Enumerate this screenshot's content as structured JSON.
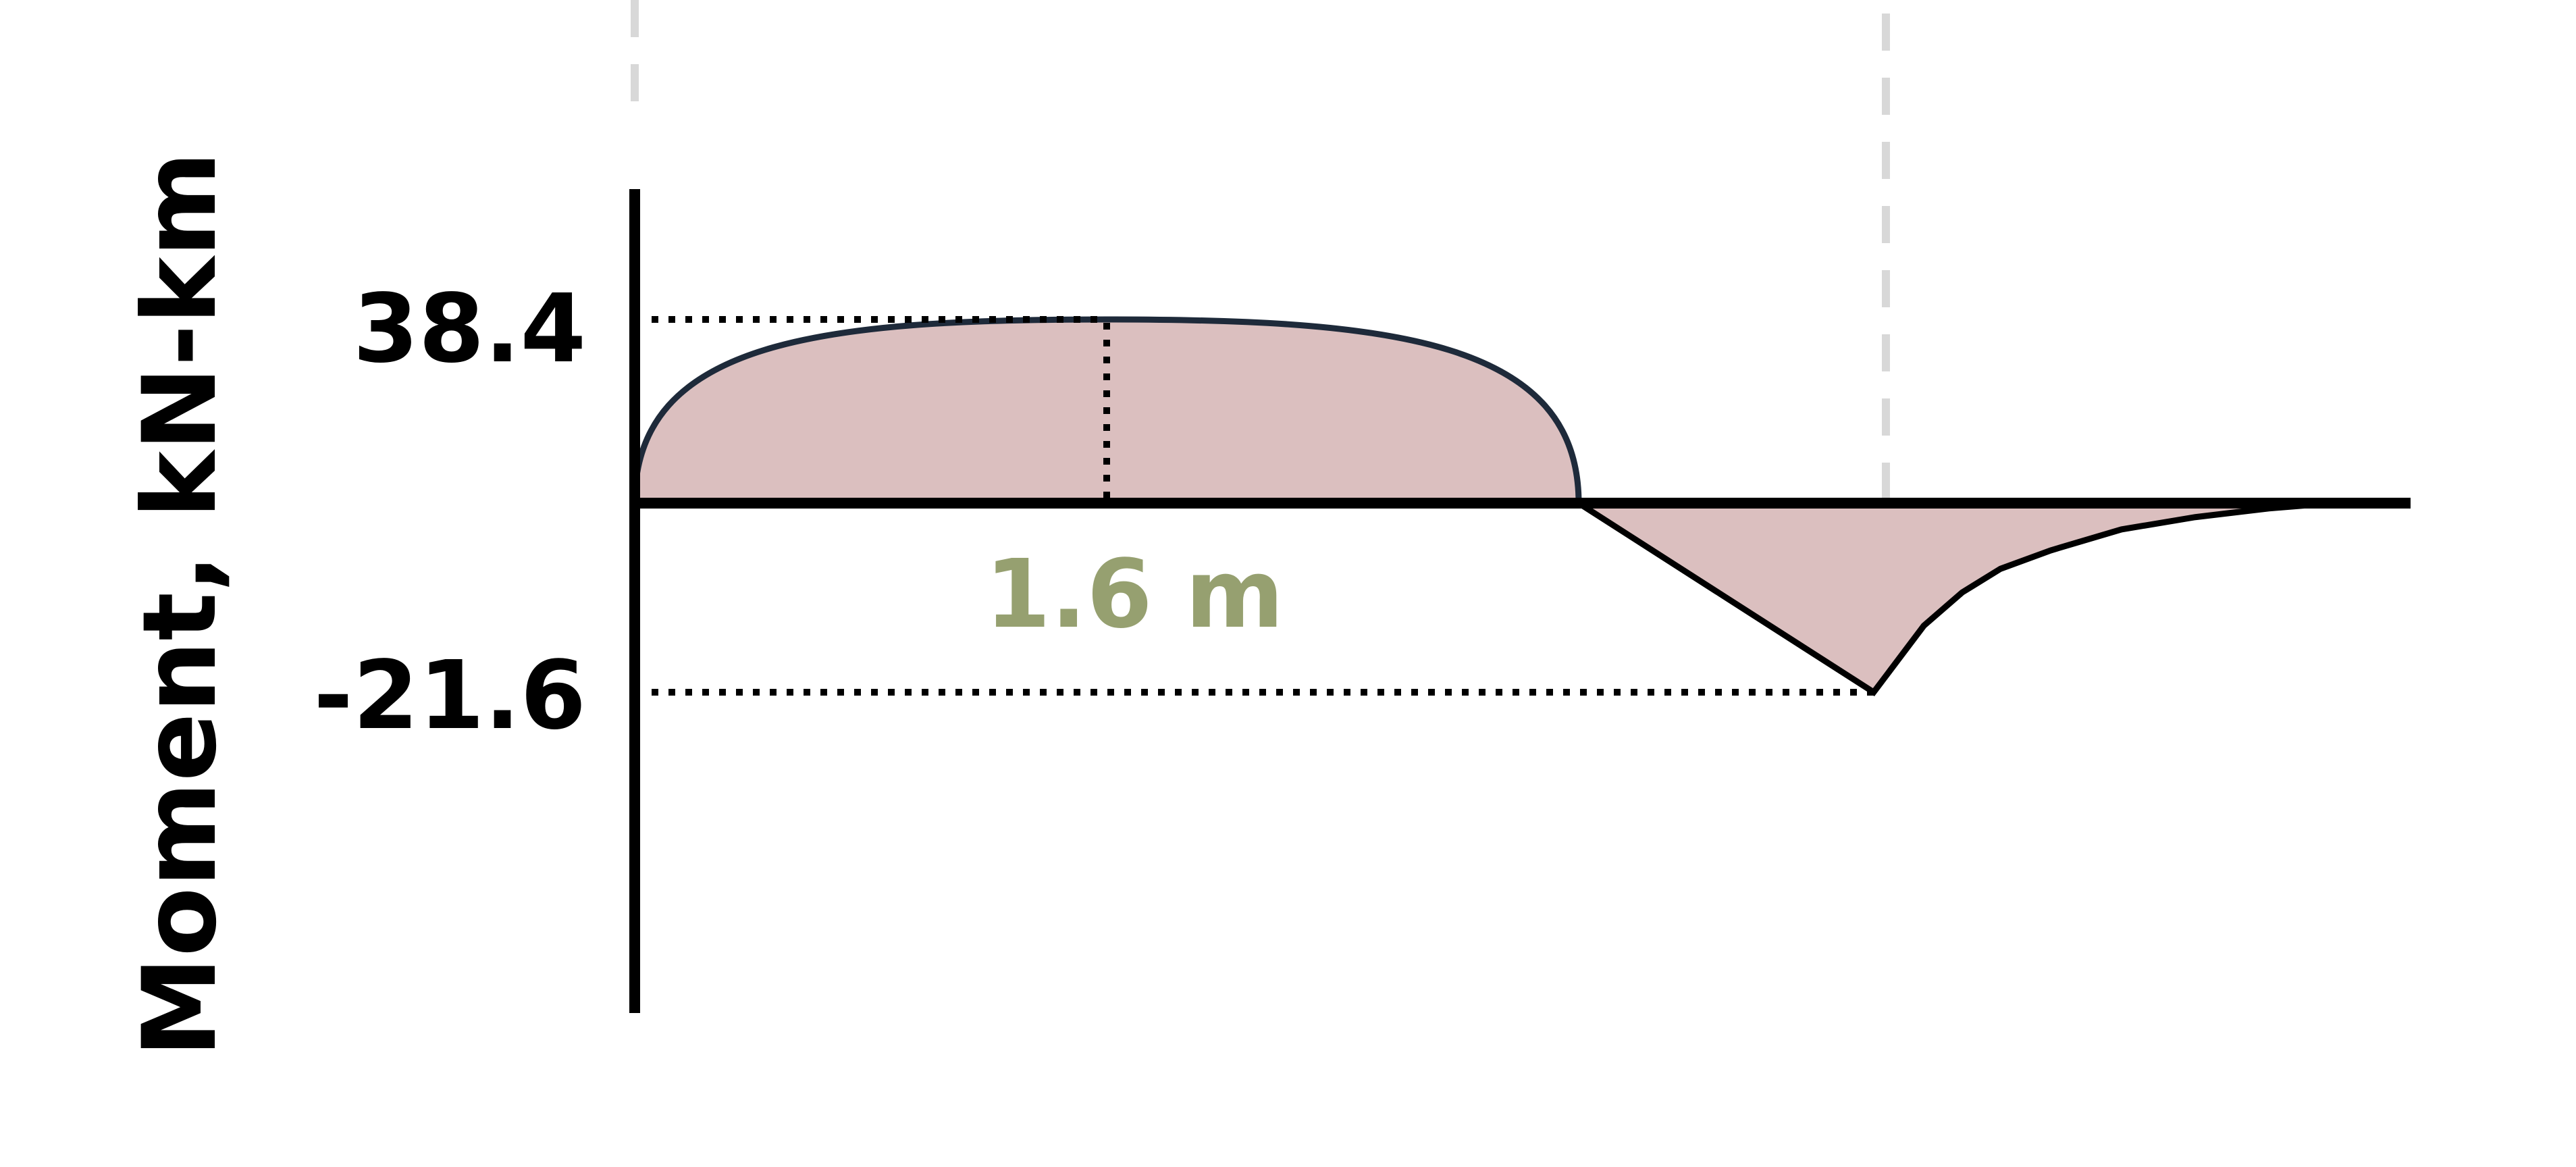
{
  "chart_data": {
    "type": "area",
    "title": "",
    "xlabel": "",
    "ylabel": "Moment, kN-km",
    "ticks": {
      "max": "38.4",
      "min": "-21.6"
    },
    "annotations": {
      "max_position": "1.6 m"
    },
    "series": [
      {
        "points": [
          [
            0,
            0
          ],
          [
            0.4,
            25.5
          ],
          [
            0.8,
            33.6
          ],
          [
            1.2,
            37.4
          ],
          [
            1.6,
            38.4
          ],
          [
            2.0,
            37.4
          ],
          [
            2.4,
            33.6
          ],
          [
            2.8,
            25.5
          ],
          [
            3.2,
            0
          ],
          [
            4.2,
            -21.6
          ],
          [
            4.37,
            -14.0
          ],
          [
            4.5,
            -10.2
          ],
          [
            4.63,
            -7.5
          ],
          [
            4.8,
            -5.4
          ],
          [
            5.04,
            -3.0
          ],
          [
            5.29,
            -1.6
          ],
          [
            5.54,
            -0.6
          ],
          [
            5.76,
            0
          ]
        ]
      }
    ],
    "xlim": [
      0,
      6.02
    ],
    "ylim": [
      -21.6,
      38.4
    ],
    "grid": false
  },
  "colors": {
    "fill": "#dbbfbf",
    "curve_stroke": "#1e2a3a",
    "axis": "#000000",
    "guide": "#d8d8d8",
    "annotation": "#96a070"
  }
}
